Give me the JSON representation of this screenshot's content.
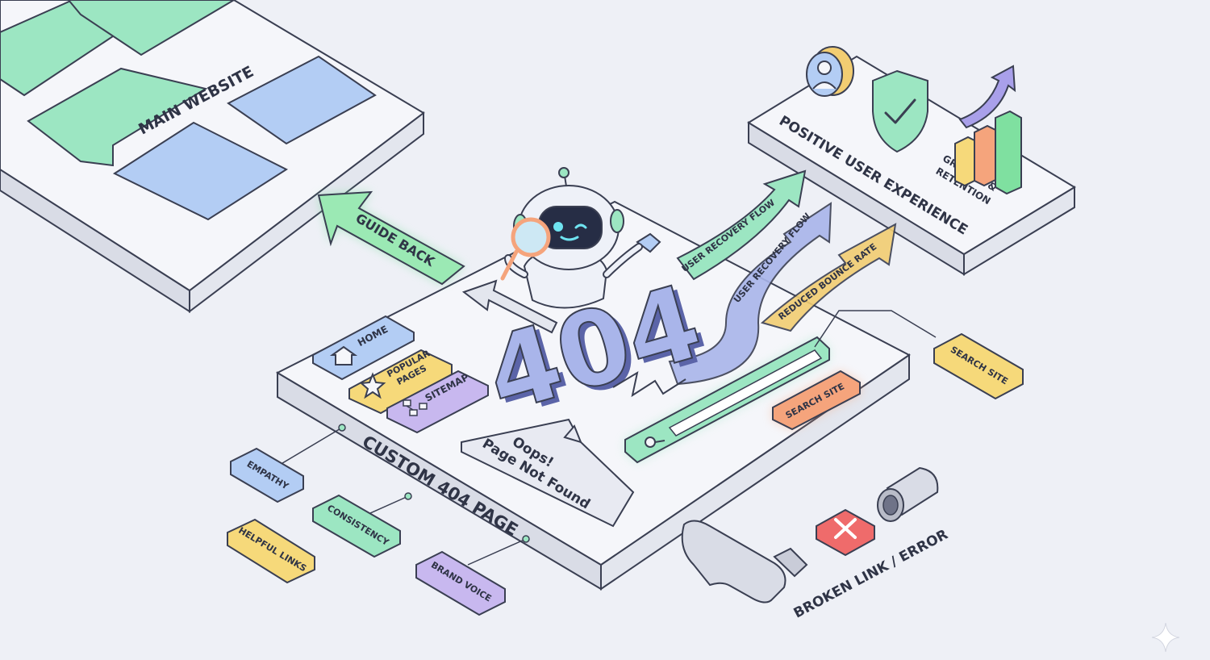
{
  "labels": {
    "main_website": "MAIN WEBSITE",
    "guide_back": "GUIDE BACK",
    "positive_ux": "POSITIVE USER EXPERIENCE",
    "growth_line1": "GROWTH &",
    "growth_line2": "RETENTION",
    "flow_1": "USER RECOVERY FLOW",
    "flow_2": "USER RECOVERY FLOW",
    "flow_3": "REDUCED BOUNCE RATE",
    "big_404": "404",
    "custom_404_page": "CUSTOM 404 PAGE",
    "oops_line1": "Oops!",
    "oops_line2": "Page Not Found",
    "broken_link": "BROKEN LINK / ERROR"
  },
  "buttons": {
    "home": "HOME",
    "popular_line1": "POPULAR",
    "popular_line2": "PAGES",
    "sitemap": "SITEMAP",
    "search_site": "SEARCH SITE",
    "search_site_callout": "SEARCH SITE"
  },
  "tags": {
    "empathy": "EMPATHY",
    "helpful_links": "HELPFUL LINKS",
    "consistency": "CONSISTENCY",
    "brand_voice": "BRAND VOICE"
  },
  "colors": {
    "background": "#eef0f6",
    "platform": "#f5f6fa",
    "platform_side": "#d9dce6",
    "outline": "#3a3f52",
    "green": "#9ce6c2",
    "blue": "#b3cdf4",
    "purple": "#c8b8ef",
    "yellow": "#f6d97a",
    "orange": "#f5a47c",
    "red": "#ef6b6b",
    "arrow_green": "#7fe0a0",
    "arrow_blue": "#a9b5ea",
    "arrow_yellow": "#f2cd72"
  },
  "icons": [
    "house-icon",
    "star-icon",
    "sitemap-icon",
    "magnifier-icon",
    "user-icon",
    "shield-check-icon",
    "bar-chart-icon",
    "x-icon",
    "pipe-icon",
    "robot-icon",
    "sparkle-icon"
  ]
}
